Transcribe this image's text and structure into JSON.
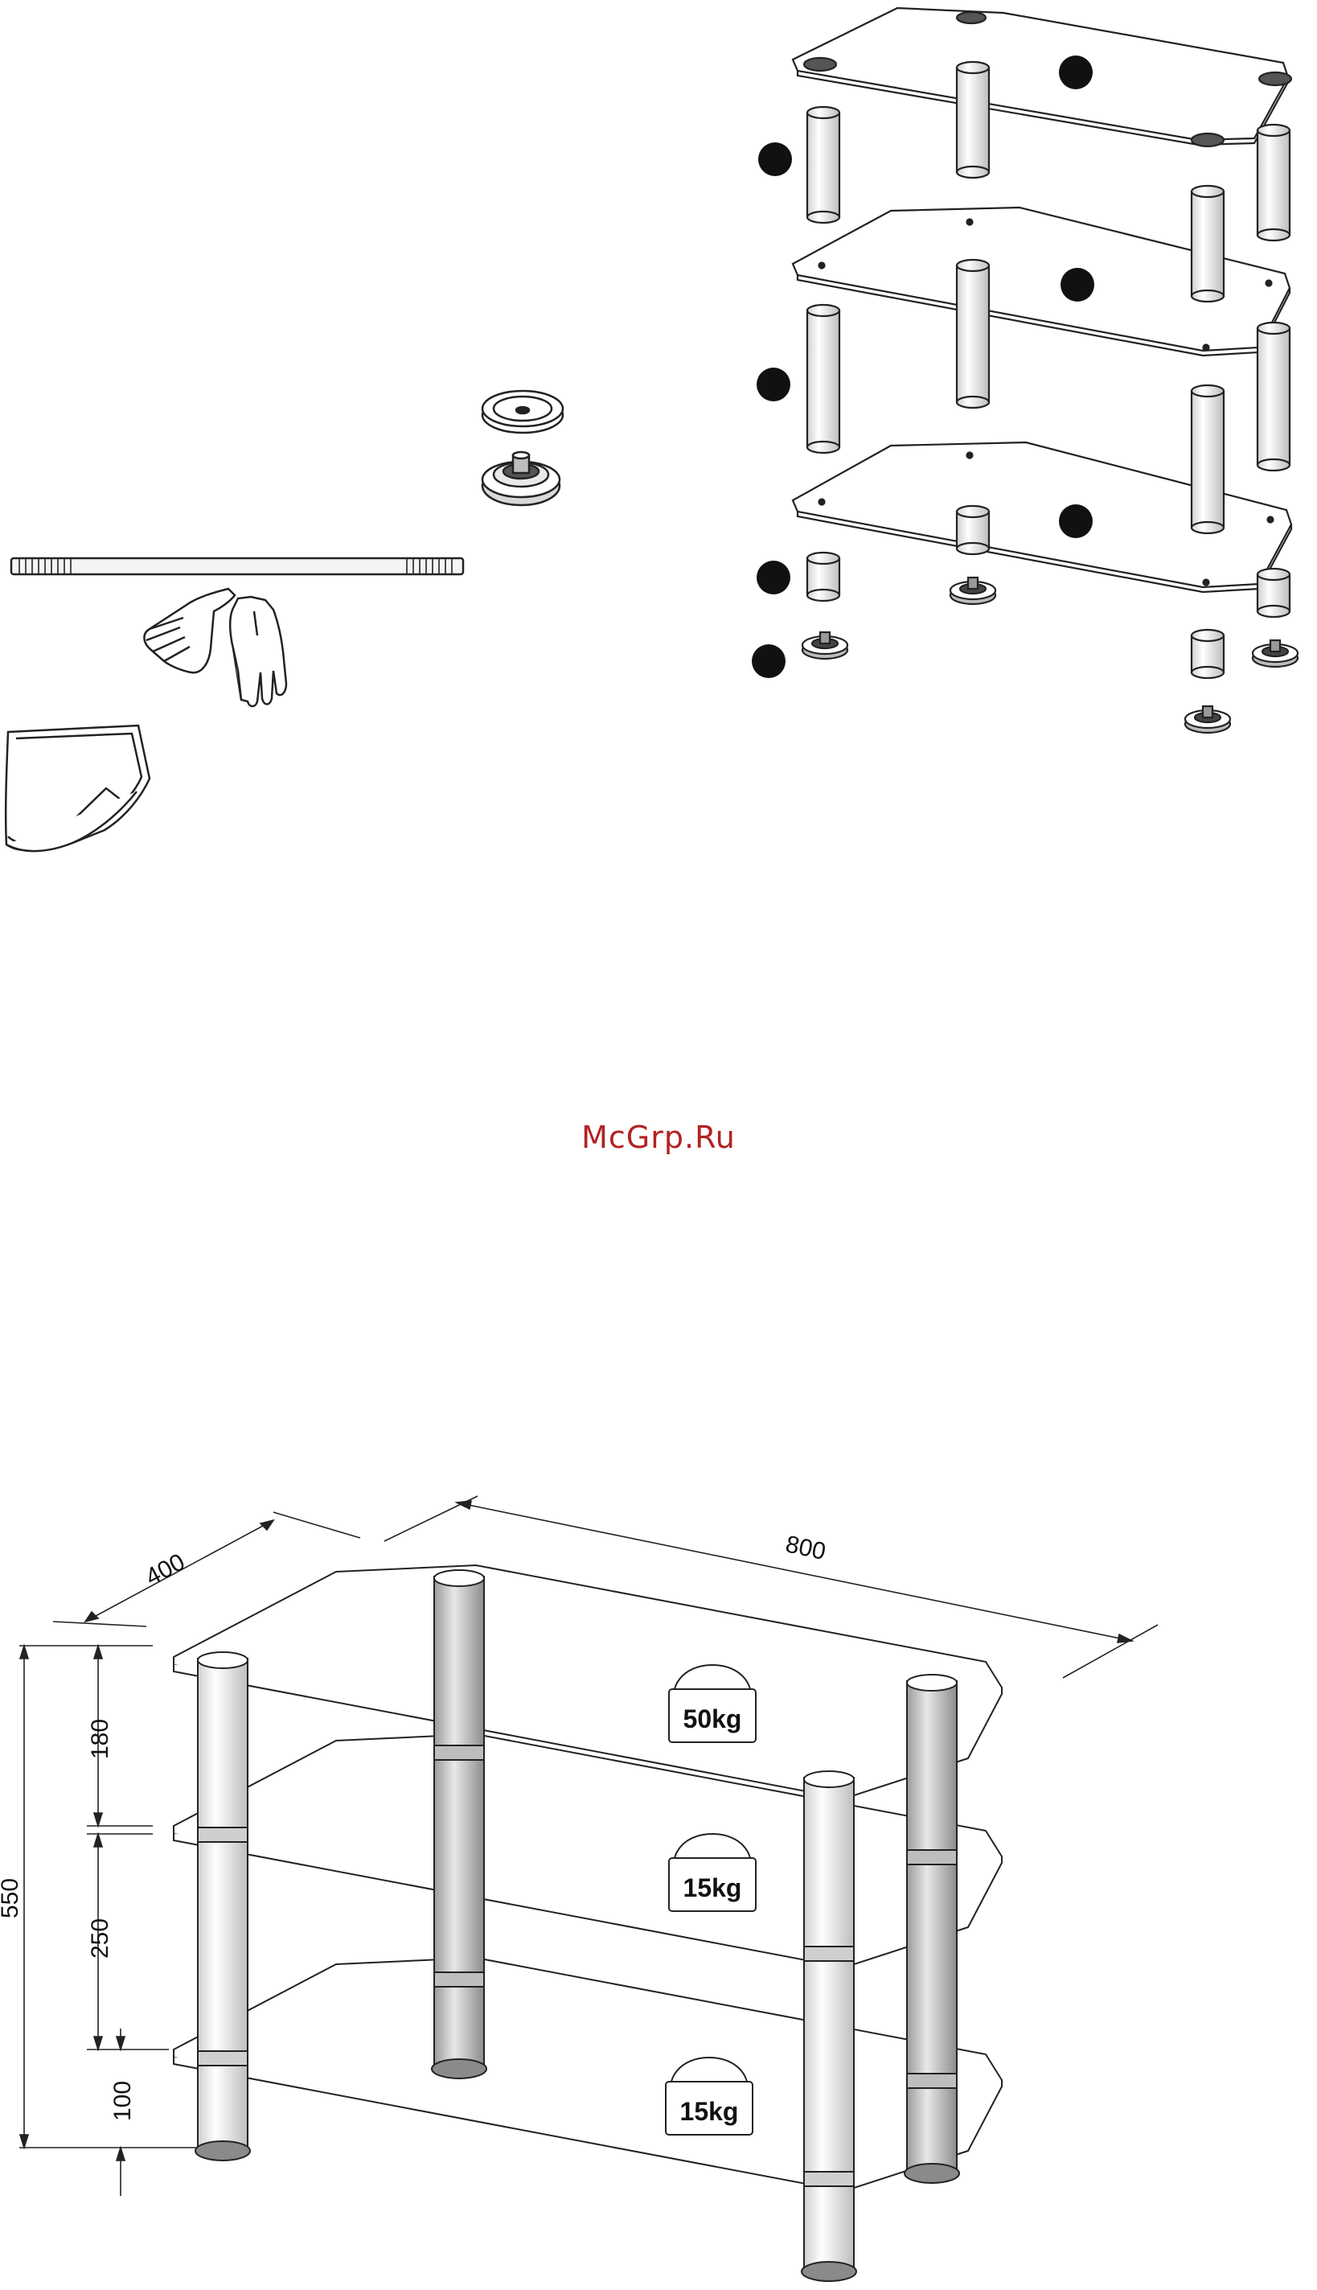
{
  "watermark": "McGrp.Ru",
  "dimensions": {
    "width": "800",
    "depth": "400",
    "total_height": "550",
    "gap_top": "180",
    "gap_middle": "250",
    "gap_bottom": "100"
  },
  "load_labels": {
    "top": "50kg",
    "middle": "15kg",
    "bottom": "15kg"
  }
}
